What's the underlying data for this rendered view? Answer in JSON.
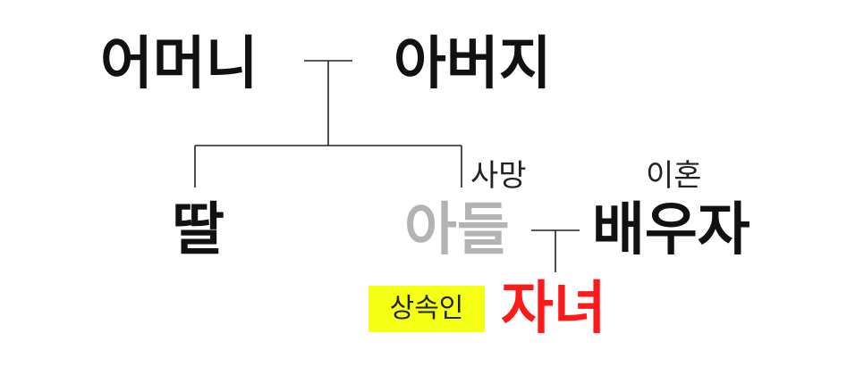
{
  "colors": {
    "text": "#111111",
    "deceased": "#b3b3b3",
    "heir": "#ff1a1a",
    "badge_bg": "#f4ff14",
    "lines": "#222222"
  },
  "family": {
    "mother": "어머니",
    "father": "아버지",
    "daughter": "딸",
    "son": "아들",
    "spouse": "배우자",
    "child": "자녀"
  },
  "annotations": {
    "deceased": "사망",
    "divorced": "이혼",
    "heir": "상속인"
  }
}
